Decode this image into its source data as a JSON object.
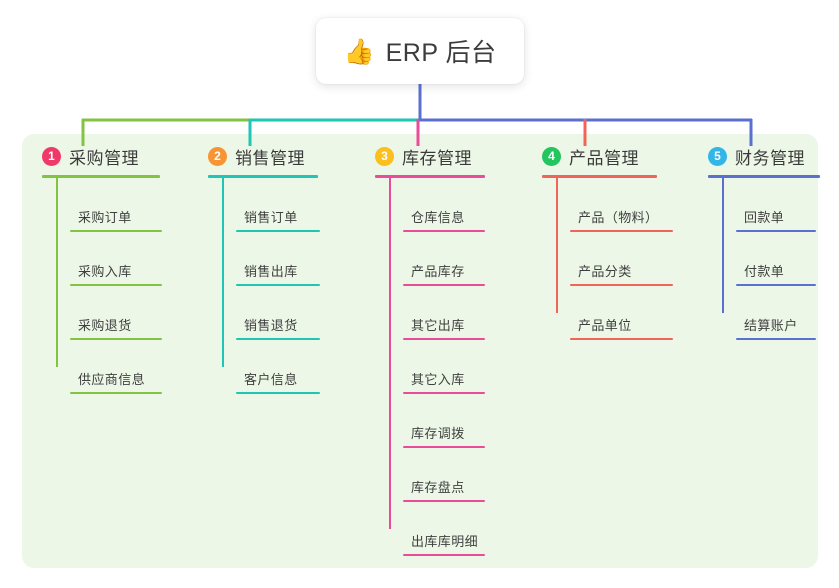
{
  "root": {
    "icon": "thumbs-up-icon",
    "icon_glyph": "👍",
    "title": "ERP 后台"
  },
  "palette": {
    "panel_bg": "#edf7e7",
    "page_bg": "#ffffff",
    "root_link": "#5a5fc7",
    "branch_1": "#82c341",
    "branch_2": "#1fc6b4",
    "branch_3": "#ea4c9a",
    "branch_4": "#f2635a",
    "branch_5": "#5a6fd0",
    "badge_1": "#f0396b",
    "badge_2": "#f79434",
    "badge_3": "#fbbf1e",
    "badge_4": "#22c55e",
    "badge_5": "#32b6e8"
  },
  "columns": [
    {
      "number": "1",
      "title": "采购管理",
      "badge_color": "#f0396b",
      "line_color": "#82c341",
      "items": [
        "采购订单",
        "采购入库",
        "采购退货",
        "供应商信息"
      ]
    },
    {
      "number": "2",
      "title": "销售管理",
      "badge_color": "#f79434",
      "line_color": "#1fc6b4",
      "items": [
        "销售订单",
        "销售出库",
        "销售退货",
        "客户信息"
      ]
    },
    {
      "number": "3",
      "title": "库存管理",
      "badge_color": "#fbbf1e",
      "line_color": "#ea4c9a",
      "items": [
        "仓库信息",
        "产品库存",
        "其它出库",
        "其它入库",
        "库存调拨",
        "库存盘点",
        "出库库明细"
      ]
    },
    {
      "number": "4",
      "title": "产品管理",
      "badge_color": "#22c55e",
      "line_color": "#f2635a",
      "items": [
        "产品（物料）",
        "产品分类",
        "产品单位"
      ]
    },
    {
      "number": "5",
      "title": "财务管理",
      "badge_color": "#32b6e8",
      "line_color": "#5a6fd0",
      "items": [
        "回款单",
        "付款单",
        "结算账户"
      ]
    }
  ]
}
